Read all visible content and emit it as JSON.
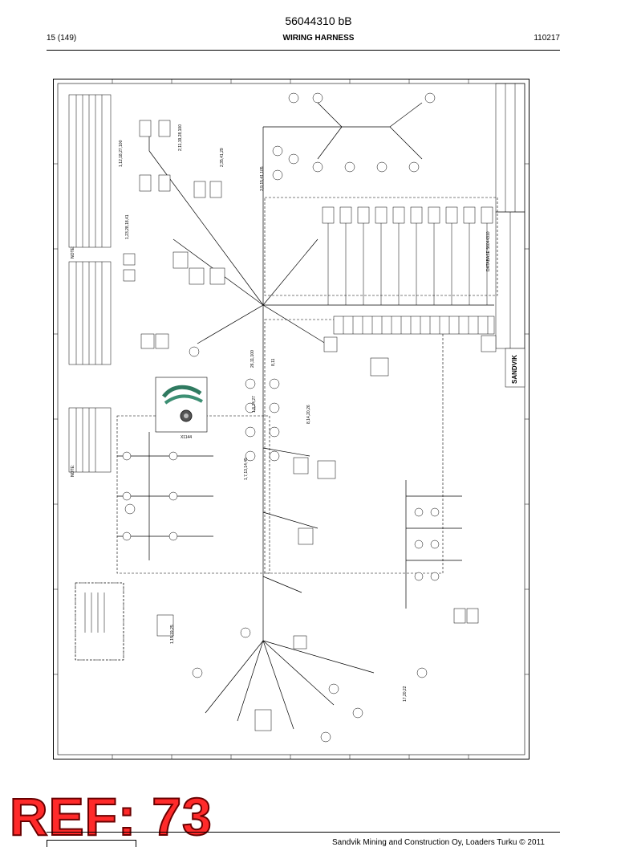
{
  "header": {
    "doc_number": "56044310 bB",
    "page": "15 (149)",
    "section": "WIRING HARNESS",
    "date_code": "110217"
  },
  "diagram": {
    "brand": "SANDVIK",
    "drawing_id": "DATABASE 56044310",
    "photo_label": "X1144",
    "notes_title_1": "NOTE:",
    "notes_title_2": "NOTE:",
    "callouts": [
      "1,12,18,27,100",
      "1,23,28,18,41",
      "2,35,41,29",
      "2,11,19,28,100",
      "3,9,15,41,105",
      "1,8,24,27",
      "8,11",
      "26,11,100",
      "1,7,13,14,45",
      "8,14,20,26",
      "1,15,19,25",
      "17,20,22"
    ],
    "colors": {
      "line": "#000000",
      "paper": "#ffffff",
      "ref": "#ff2a2a"
    }
  },
  "stamp": {
    "ref": "REF: 73"
  },
  "footer": {
    "copyright": "Sandvik Mining and Construction Oy, Loaders Turku © 2011"
  }
}
